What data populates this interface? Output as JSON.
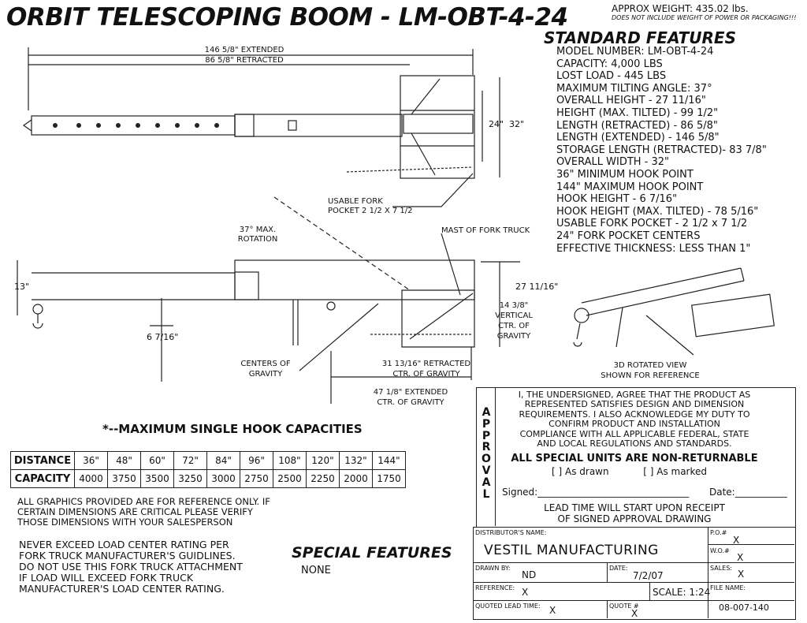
{
  "title": "ORBIT TELESCOPING BOOM - LM-OBT-4-24",
  "approx_weight": "APPROX WEIGHT: 435.02 lbs.",
  "weight_note": "DOES NOT INCLUDE WEIGHT OF POWER OR PACKAGING!!!",
  "standard_features": {
    "heading": "STANDARD FEATURES",
    "items": [
      "MODEL NUMBER:  LM-OBT-4-24",
      "CAPACITY:  4,000 LBS",
      "LOST LOAD - 445 LBS",
      "MAXIMUM TILTING ANGLE: 37°",
      "OVERALL HEIGHT - 27 11/16\"",
      "HEIGHT (MAX. TILTED) - 99 1/2\"",
      "LENGTH (RETRACTED) - 86 5/8\"",
      "LENGTH (EXTENDED) - 146 5/8\"",
      "STORAGE LENGTH (RETRACTED)- 83 7/8\"",
      "OVERALL WIDTH - 32\"",
      "36\" MINIMUM HOOK POINT",
      "144\" MAXIMUM HOOK POINT",
      "HOOK HEIGHT - 6 7/16\"",
      "HOOK HEIGHT (MAX. TILTED) - 78 5/16\"",
      "USABLE FORK POCKET - 2 1/2 x 7 1/2",
      "24\" FORK POCKET CENTERS",
      "EFFECTIVE THICKNESS: LESS THAN 1\""
    ]
  },
  "drawing_labels": {
    "extended": "146 5/8\" EXTENDED",
    "retracted": "86 5/8\" RETRACTED",
    "dim24": "24\"",
    "dim32": "32\"",
    "fork_pocket_1": "USABLE FORK",
    "fork_pocket_2": "POCKET 2 1/2 X 7 1/2",
    "max_rotation_1": "37° MAX.",
    "max_rotation_2": "ROTATION",
    "mast": "MAST OF FORK TRUCK",
    "dim13": "13\"",
    "dim6716": "6 7/16\"",
    "dim2711": "27 11/16\"",
    "vcg_1": "14 3/8\"",
    "vcg_2": "VERTICAL",
    "vcg_3": "CTR. OF",
    "vcg_4": "GRAVITY",
    "cog_1": "CENTERS OF",
    "cog_2": "GRAVITY",
    "ret_cg_1": "31 13/16\" RETRACTED",
    "ret_cg_2": "CTR. OF GRAVITY",
    "ext_cg_1": "47 1/8\" EXTENDED",
    "ext_cg_2": "CTR. OF GRAVITY",
    "view_1": "3D ROTATED VIEW",
    "view_2": "SHOWN FOR REFERENCE"
  },
  "hook_capacities": {
    "heading": "*--MAXIMUM SINGLE HOOK CAPACITIES",
    "distance_label": "DISTANCE",
    "capacity_label": "CAPACITY",
    "distances": [
      "36\"",
      "48\"",
      "60\"",
      "72\"",
      "84\"",
      "96\"",
      "108\"",
      "120\"",
      "132\"",
      "144\""
    ],
    "capacities": [
      "4000",
      "3750",
      "3500",
      "3250",
      "3000",
      "2750",
      "2500",
      "2250",
      "2000",
      "1750"
    ]
  },
  "notes": {
    "graphics_1": "ALL GRAPHICS PROVIDED ARE FOR REFERENCE ONLY. IF",
    "graphics_2": "CERTAIN DIMENSIONS ARE CRITICAL PLEASE VERIFY",
    "graphics_3": "THOSE DIMENSIONS WITH YOUR SALESPERSON",
    "load_1": "NEVER EXCEED LOAD CENTER RATING PER",
    "load_2": "FORK TRUCK MANUFACTURER'S GUIDLINES.",
    "load_3": "DO NOT USE THIS FORK TRUCK ATTACHMENT",
    "load_4": "IF LOAD WILL EXCEED FORK TRUCK",
    "load_5": "MANUFACTURER'S LOAD CENTER RATING."
  },
  "special_features": {
    "heading": "SPECIAL FEATURES",
    "value": "NONE"
  },
  "approval": {
    "vertical": [
      "A",
      "P",
      "P",
      "R",
      "O",
      "V",
      "A",
      "L"
    ],
    "line1": "I, THE UNDERSIGNED, AGREE THAT THE PRODUCT AS",
    "line2": "REPRESENTED SATISFIES DESIGN AND DIMENSION",
    "line3": "REQUIREMENTS.  I ALSO ACKNOWLEDGE MY DUTY TO",
    "line4": "CONFIRM PRODUCT AND INSTALLATION",
    "line5": "COMPLIANCE WITH ALL APPLICABLE FEDERAL, STATE",
    "line6": "AND LOCAL REGULATIONS AND STANDARDS.",
    "non_returnable": "ALL SPECIAL UNITS ARE NON-RETURNABLE",
    "as_drawn": "[   ] As drawn",
    "as_marked": "[   ] As marked",
    "signed": "Signed:________________________________",
    "date": "Date:___________",
    "lead_1": "LEAD TIME WILL START UPON RECEIPT",
    "lead_2": "OF SIGNED APPROVAL DRAWING"
  },
  "title_block": {
    "distributor_label": "DISTRIBUTOR'S NAME:",
    "distributor": "VESTIL MANUFACTURING",
    "po_label": "P.O.#",
    "po": "X",
    "wo_label": "W.O.#",
    "wo": "X",
    "drawn_by_label": "DRAWN BY:",
    "drawn_by": "ND",
    "date_label": "DATE:",
    "date": "7/2/07",
    "sales_label": "SALES:",
    "sales": "X",
    "reference_label": "REFERENCE:",
    "reference": "X",
    "scale": "SCALE: 1:24",
    "file_label": "FILE NAME:",
    "file_name": "08-007-140",
    "quoted_lead_label": "QUOTED LEAD TIME:",
    "quoted_lead": "X",
    "quote_label": "QUOTE #",
    "quote": "X"
  }
}
